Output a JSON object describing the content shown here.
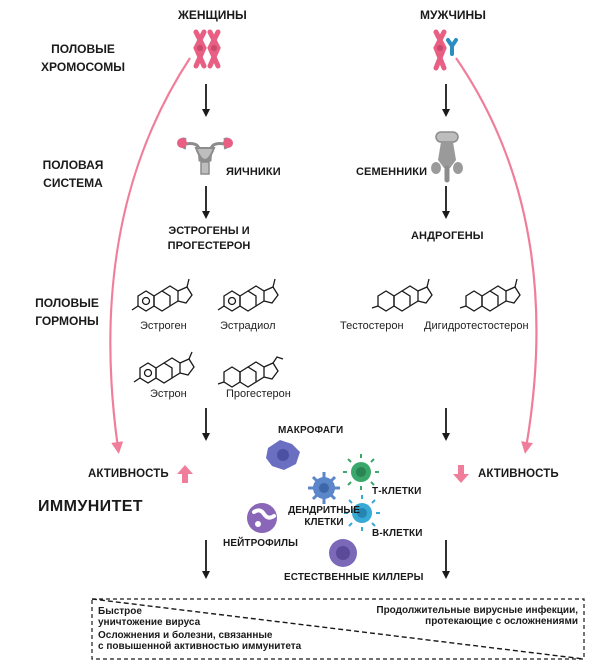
{
  "headers": {
    "female": "ЖЕНЩИНЫ",
    "male": "МУЖЧИНЫ"
  },
  "left_labels": {
    "chromosomes": "ПОЛОВЫЕ\nХРОМОСОМЫ",
    "reproductive": "ПОЛОВАЯ\nСИСТЕМА",
    "hormones": "ПОЛОВЫЕ\nГОРМОНЫ"
  },
  "organs": {
    "female": "ЯИЧНИКИ",
    "male": "СЕМЕННИКИ"
  },
  "hormone_groups": {
    "female": "ЭСТРОГЕНЫ И\nПРОГЕСТЕРОН",
    "male": "АНДРОГЕНЫ"
  },
  "molecules": {
    "estrogen": "Эстроген",
    "estradiol": "Эстрадиол",
    "estrone": "Эстрон",
    "progesterone": "Прогестерон",
    "testosterone": "Тестостерон",
    "dht": "Дигидротестостерон"
  },
  "activity": {
    "female": "АКТИВНОСТЬ",
    "male": "АКТИВНОСТЬ"
  },
  "immunity": "ИММУНИТЕТ",
  "cells": {
    "macrophages": "МАКРОФАГИ",
    "t_cells": "Т-КЛЕТКИ",
    "dendritic": "ДЕНДРИТНЫЕ\nКЛЕТКИ",
    "b_cells": "В-КЛЕТКИ",
    "neutrophils": "НЕЙТРОФИЛЫ",
    "nk": "ЕСТЕСТВЕННЫЕ КИЛЛЕРЫ"
  },
  "outcomes": {
    "fast": "Быстрое\nуничтожение вируса",
    "complications": "Осложнения и болезни, связанные\nс повышенной активностью иммунитета",
    "prolonged": "Продолжительные вирусные инфекции,\nпротекающие с осложнениями"
  },
  "colors": {
    "pink": "#f07e9a",
    "blue": "#2a8fc0",
    "gray_organ": "#9a9a9a",
    "arrow": "#1a1a1a",
    "macrophage": "#6a6fc2",
    "dendritic": "#5b86c9",
    "t_cell": "#3aa86a",
    "b_cell": "#36a9d6",
    "neutrophil": "#8a66b8",
    "nk": "#7b68b8"
  },
  "icons": [
    "xx-chromosome-icon",
    "xy-chromosome-icon",
    "uterus-icon",
    "male-reproductive-icon",
    "arrow-up-icon",
    "arrow-down-icon"
  ]
}
